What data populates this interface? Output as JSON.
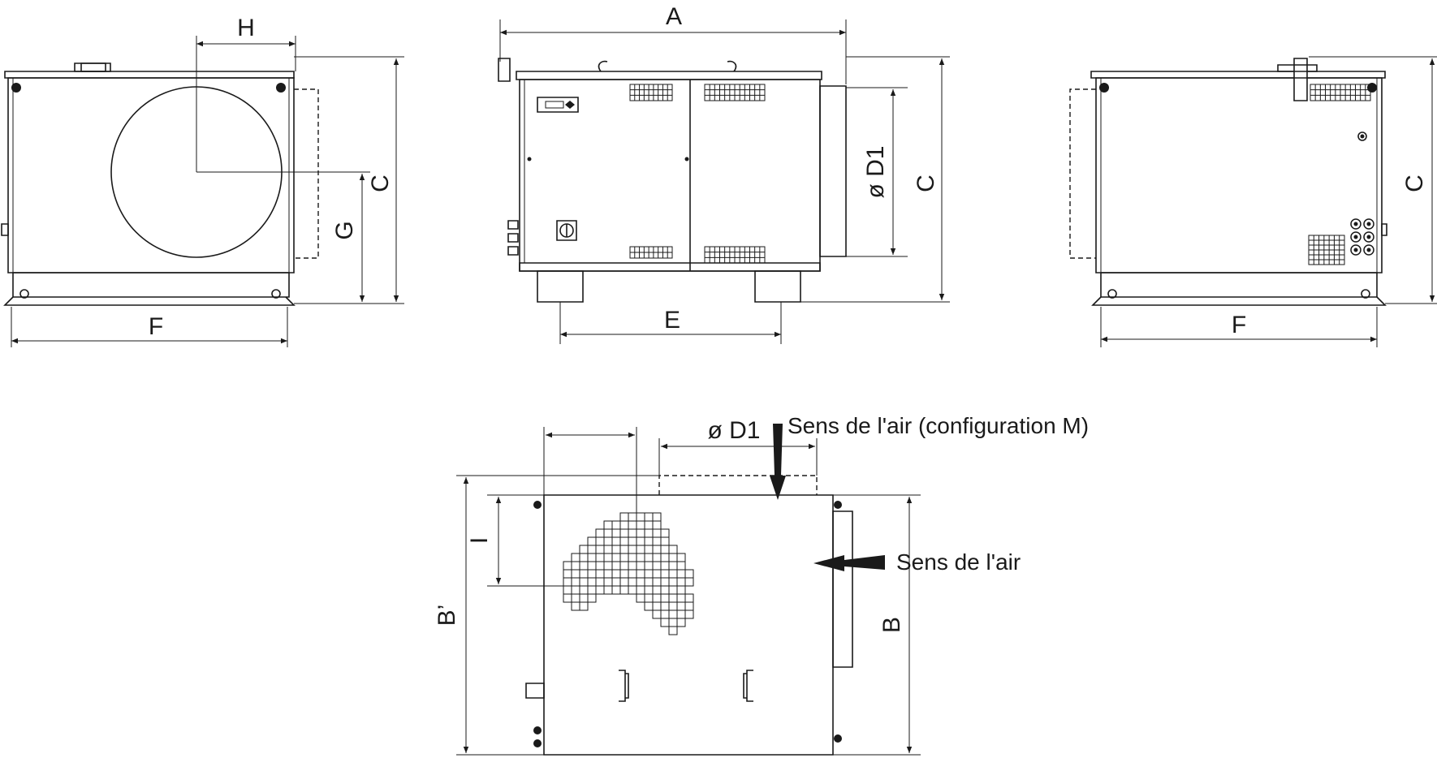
{
  "labels": {
    "A": "A",
    "B": "B",
    "B_prime": "B’",
    "C": "C",
    "D1": "ø D1",
    "E": "E",
    "F": "F",
    "G": "G",
    "H": "H",
    "I": "I"
  },
  "annotations": {
    "air_direction_config_m": "Sens de l'air (configuration M)",
    "air_direction": "Sens de l'air"
  },
  "colors": {
    "line": "#1a1a1a",
    "background": "#ffffff"
  }
}
